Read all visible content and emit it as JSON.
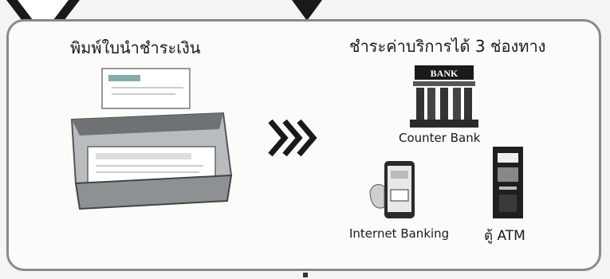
{
  "left_title": "พิมพ์ใบนำชำระเงิน",
  "right_title": "ชำระค่าบริการได้ 3 ช่องทาง",
  "bank_sign": "BANK",
  "channels": [
    "Counter Bank",
    "Internet Banking",
    "ตู้ ATM"
  ],
  "icons": [
    "printer-icon",
    "chevron-right-icon",
    "bank-building-icon",
    "smartphone-icon",
    "atm-machine-icon"
  ],
  "colors": {
    "frame": "#8a8a8a",
    "dark": "#1a1a1a",
    "accent": "#cc3300"
  }
}
